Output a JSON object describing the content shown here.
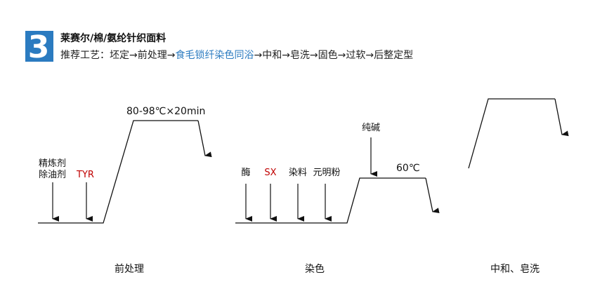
{
  "header": {
    "number": "3",
    "title": "莱赛尔/棉/氨纶针织面料",
    "process_prefix": "推荐工艺：坯定→前处理→",
    "process_highlight": "食毛锁纤染色同浴",
    "process_suffix": "→中和→皂洗→固色→过软→后整定型"
  },
  "colors": {
    "accent": "#2b7bc0",
    "red": "#c00000",
    "line": "#111111"
  },
  "stages": {
    "pretreat": {
      "caption": "前处理",
      "temp_label": "80-98℃×20min",
      "agent_1_line1": "精炼剂",
      "agent_1_line2": "除油剂",
      "agent_2": "TYR"
    },
    "dyeing": {
      "caption": "染色",
      "agent_1": "酶",
      "agent_2": "SX",
      "agent_3": "染料",
      "agent_4": "元明粉",
      "agent_5": "纯碱",
      "temp_label": "60℃"
    },
    "neutralize": {
      "caption": "中和、皂洗"
    }
  }
}
